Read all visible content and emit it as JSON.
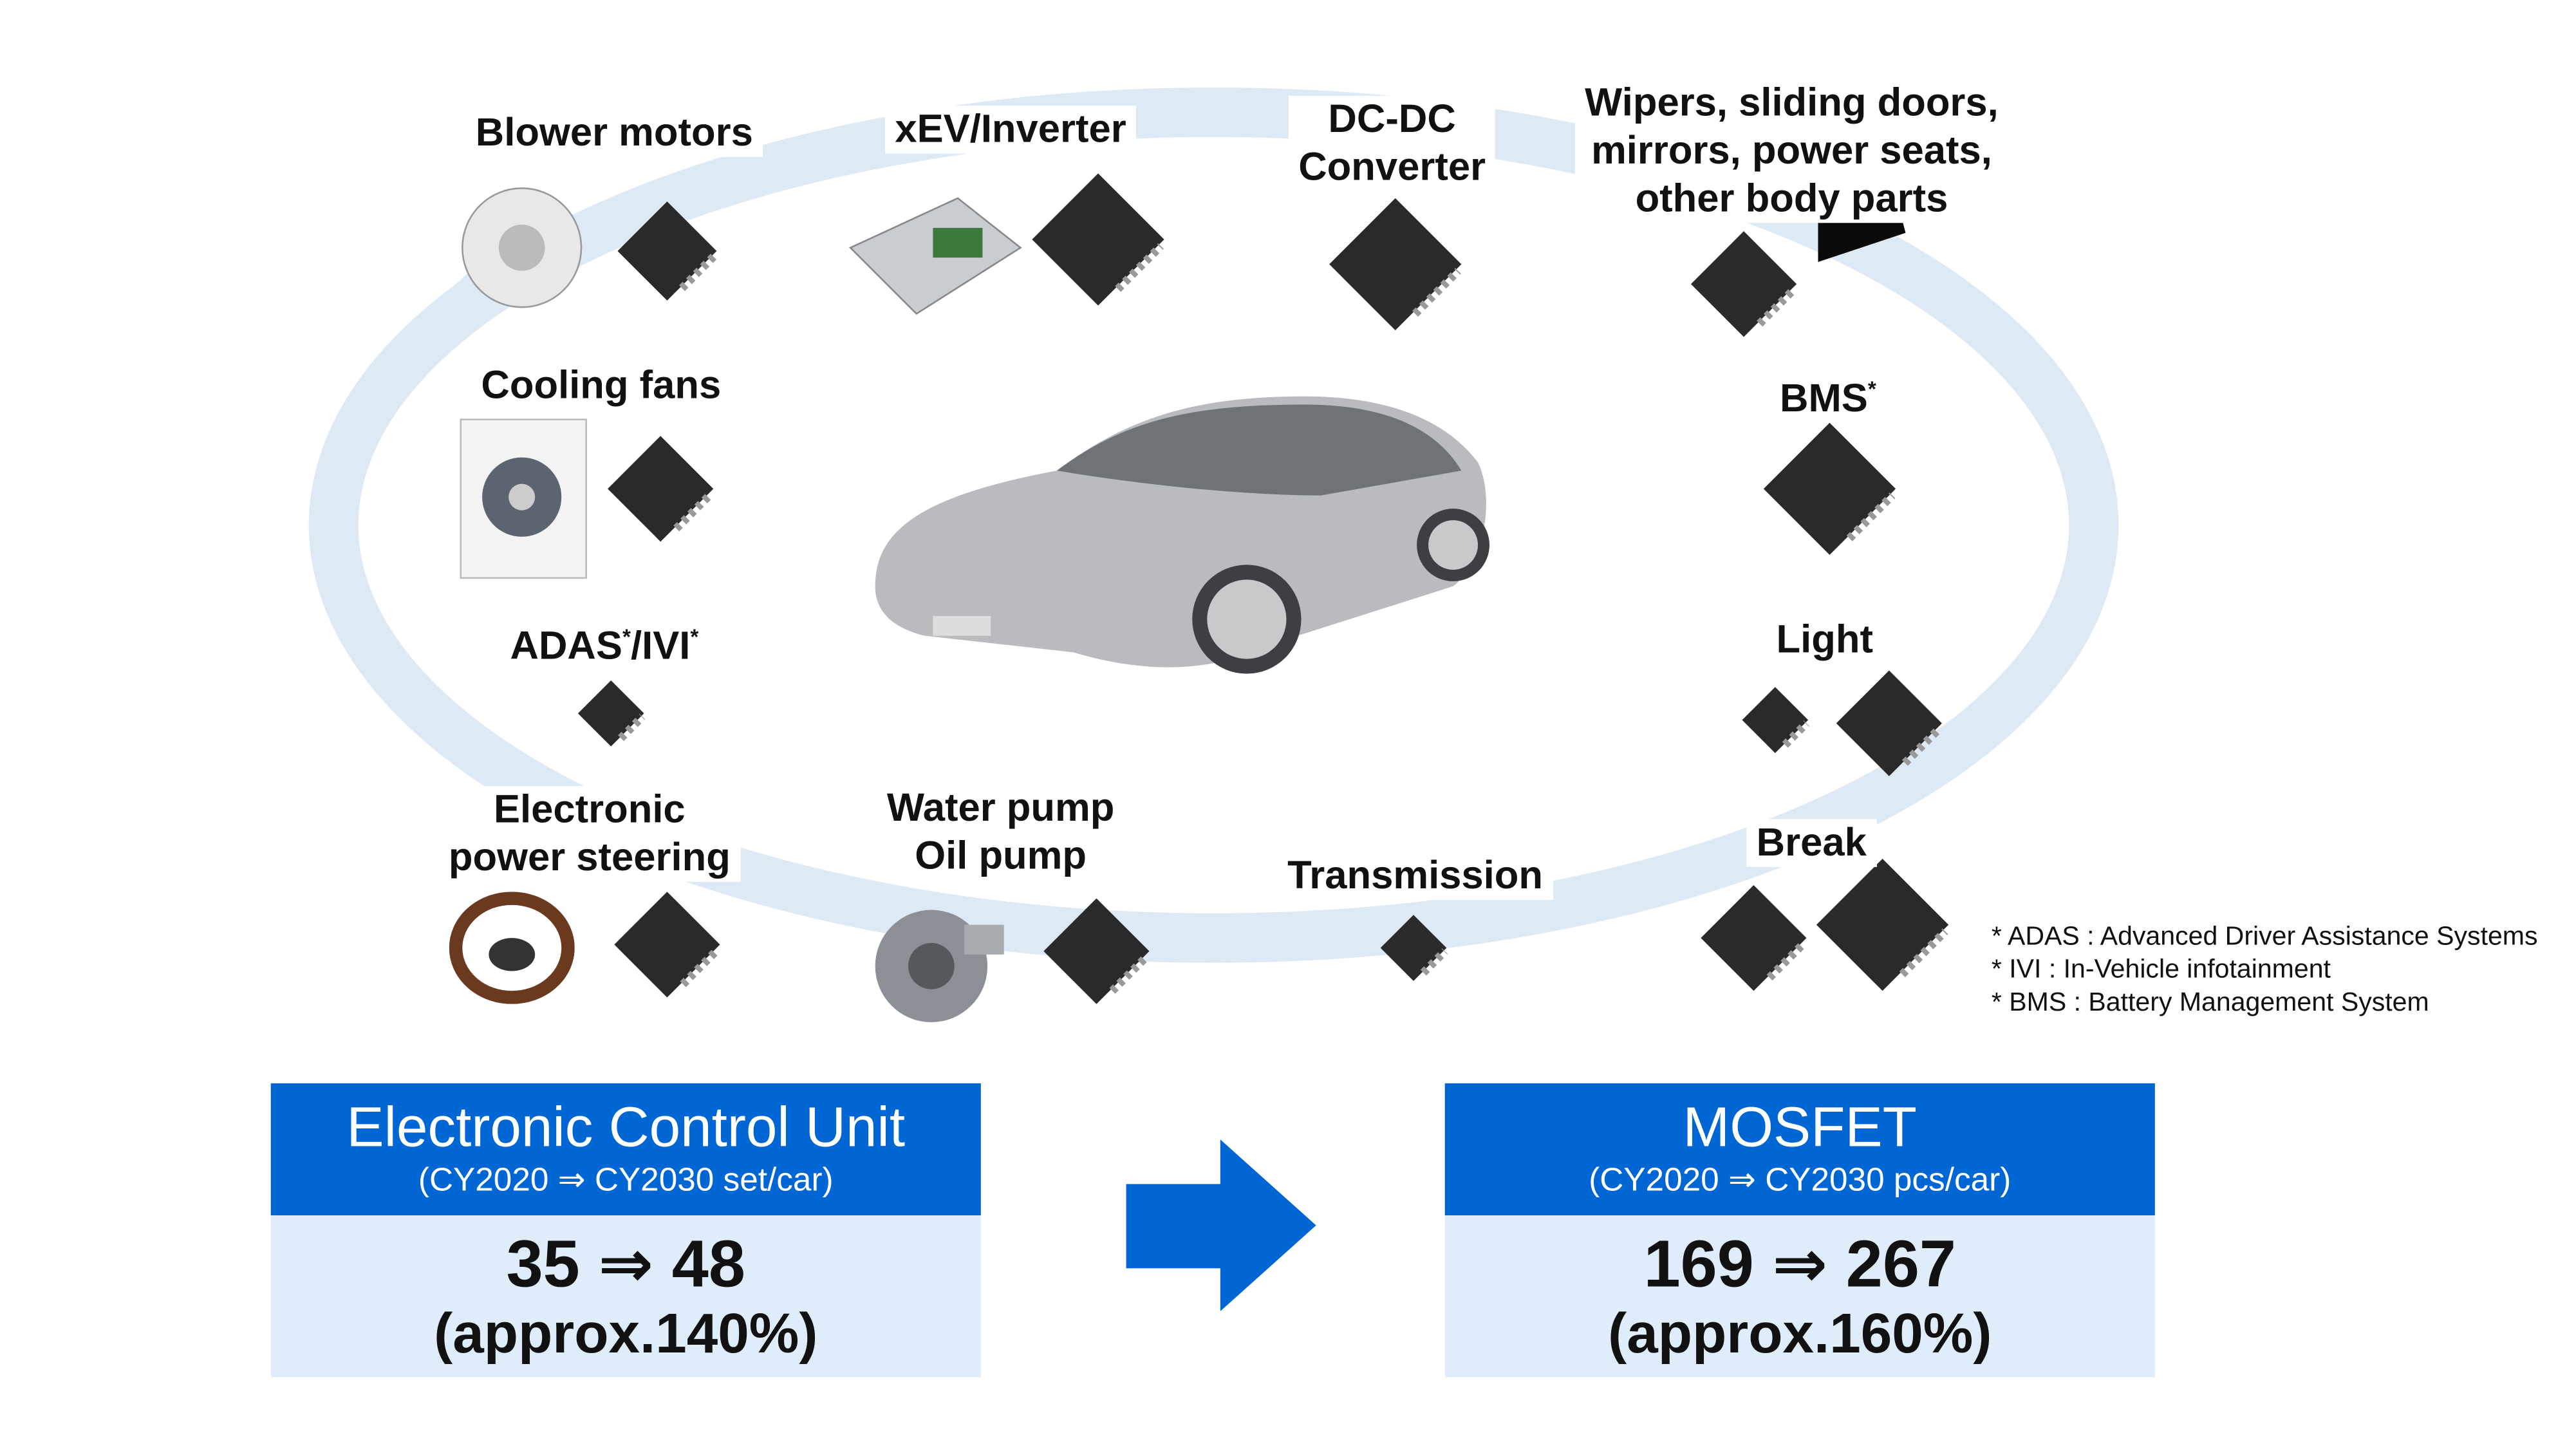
{
  "labels": {
    "blower": "Blower motors",
    "xev": "xEV/Inverter",
    "dcdc_1": "DC-DC",
    "dcdc_2": "Converter",
    "body_1": "Wipers, sliding doors,",
    "body_2": "mirrors, power seats,",
    "body_3": "other body parts",
    "cooling": "Cooling fans",
    "bms": "BMS",
    "adas": "ADAS",
    "ivi": "/IVI",
    "asterisk": "*",
    "light": "Light",
    "eps_1": "Electronic",
    "eps_2": "power steering",
    "pump_1": "Water pump",
    "pump_2": "Oil pump",
    "transmission": "Transmission",
    "break": "Break"
  },
  "footnotes": [
    "*  ADAS : Advanced Driver Assistance Systems",
    "*  IVI : In-Vehicle infotainment",
    "*  BMS : Battery Management System"
  ],
  "ecu_box": {
    "title": "Electronic Control Unit",
    "subtitle": "(CY2020 ⇒ CY2030 set/car)",
    "numbers": "35 ⇒ 48",
    "percent": "(approx.140%)"
  },
  "mosfet_box": {
    "title": "MOSFET",
    "subtitle": "(CY2020 ⇒ CY2030 pcs/car)",
    "numbers": "169 ⇒ 267",
    "percent": "(approx.160%)"
  },
  "colors": {
    "accent": "#0066d4",
    "light": "#deedf9",
    "ring": "#dde9f5",
    "chip": "#2a2a2a"
  }
}
